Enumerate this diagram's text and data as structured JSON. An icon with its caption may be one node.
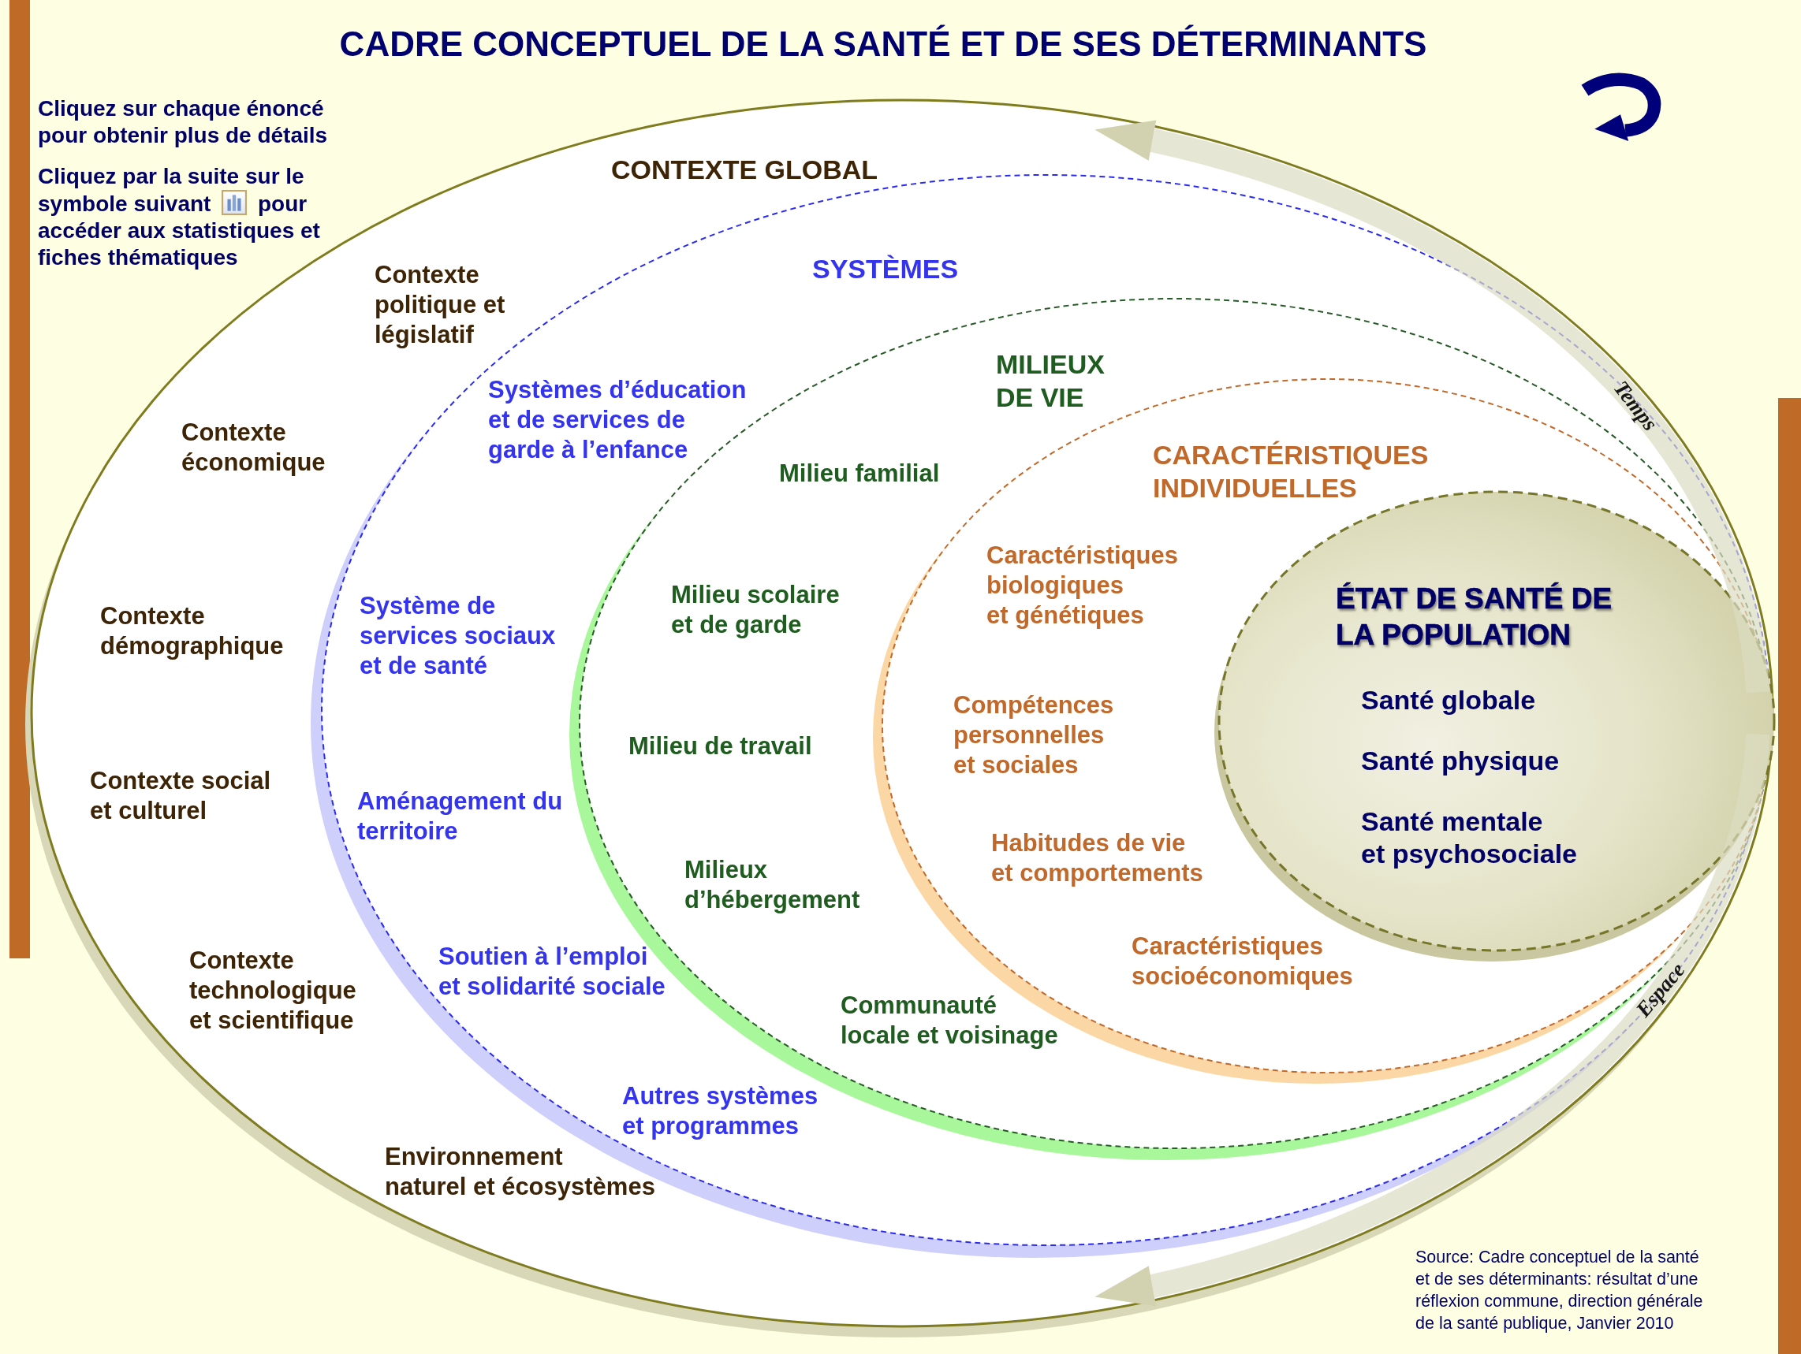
{
  "diagram": {
    "title": "CADRE CONCEPTUEL DE LA SANTÉ ET DE SES DÉTERMINANTS",
    "caption": "Source: Cadre conceptuel de la santé et de ses déterminants: résultat d’une réflexion commune, direction générale de la santé publique, Janvier 2010",
    "nodes": [
      {
        "text": [
          "CONTEXTE GLOBAL",
          "Contexte politique et législatif",
          "Contexte économique",
          "Contexte démographique",
          "Contexte social et culturel",
          "Contexte technologique et scientifique",
          "Environnement naturel et écosystèmes"
        ]
      },
      {
        "text": [
          "SYSTÈMES",
          "Systèmes d’éducation et de services de garde à l’enfance",
          "Système de services sociaux et de santé",
          "Aménagement du territoire",
          "Soutien à l’emploi et solidarité sociale",
          "Autres systèmes et programmes"
        ],
        "in": 0
      },
      {
        "text": [
          "MILIEUX DE VIE",
          "Milieu familial",
          "Milieu scolaire et de garde",
          "Milieu de travail",
          "Milieux d’hébergement",
          "Communauté locale et voisinage"
        ],
        "in": 1
      },
      {
        "text": [
          "CARACTÉRISTIQUES INDIVIDUELLES",
          "Caractéristiques biologiques et génétiques",
          "Compétences personnelles et sociales",
          "Habitudes de vie et comportements",
          "Caractéristiques socioéconomiques"
        ],
        "in": 2
      },
      {
        "text": [
          "ÉTAT DE SANTÉ DE LA POPULATION",
          "Santé globale",
          "Santé physique",
          "Santé mentale et psychosociale"
        ],
        "in": 3
      }
    ],
    "labels": [
      "Cliquez sur chaque énoncé pour obtenir plus de détails",
      "Cliquez par la suite sur le symbole suivant",
      "pour accéder aux statistiques et fiches thématiques",
      "Temps",
      "Espace"
    ]
  }
}
